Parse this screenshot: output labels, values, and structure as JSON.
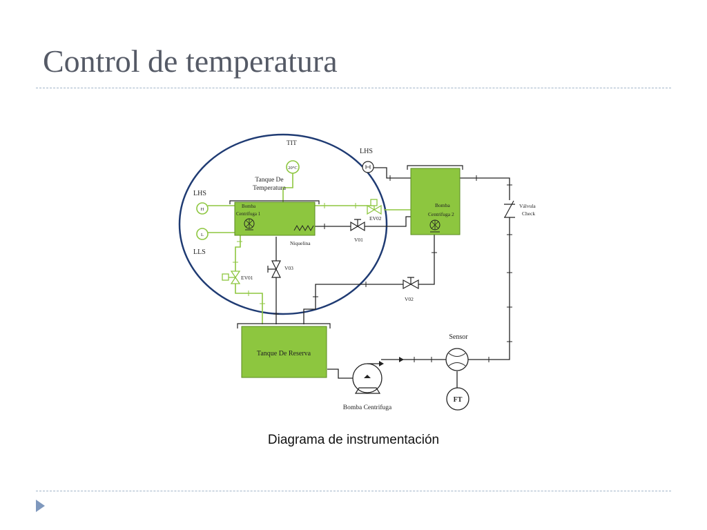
{
  "slide": {
    "title": "Control de temperatura",
    "caption": "Diagrama de instrumentación"
  },
  "colors": {
    "tank_fill": "#8dc63f",
    "circle_stroke": "#1f3b73",
    "green_line": "#8dc63f",
    "pipe_line": "#222222",
    "title_color": "#555a66",
    "nav_arrow": "#7f98bd"
  },
  "diagram": {
    "tit": {
      "label": "TIT",
      "reading": "20°C"
    },
    "tank_temp": {
      "label_line1": "Tanque De",
      "label_line2": "Temperatura"
    },
    "pump1": {
      "line1": "Bomba",
      "line2": "Centrifuga 1"
    },
    "pump2": {
      "line1": "Bomba",
      "line2": "Centrifuga 2"
    },
    "lhs_left": {
      "label": "LHS",
      "symbol": "H"
    },
    "lls_left": {
      "label": "LLS",
      "symbol": "L"
    },
    "lhs_right": {
      "label": "LHS"
    },
    "heater": {
      "label": "Niquelina"
    },
    "valves": {
      "v01": "V01",
      "v02": "V02",
      "v03": "V03",
      "ev01": "EV01",
      "ev02": "EV02"
    },
    "check_valve": {
      "line1": "Válvula",
      "line2": "Check"
    },
    "reserve_tank": {
      "label": "Tanque De Reserva"
    },
    "main_pump": {
      "label": "Bomba Centrifuga"
    },
    "sensor": {
      "label": "Sensor",
      "ft": "FT"
    }
  }
}
